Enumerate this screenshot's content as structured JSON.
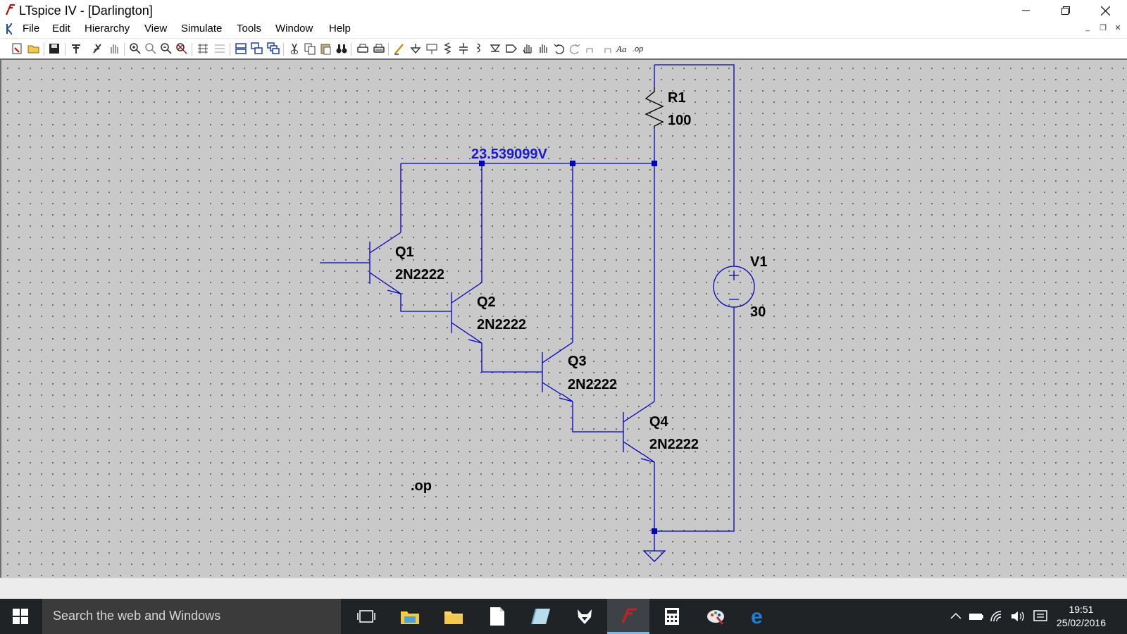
{
  "window": {
    "title": "LTspice IV - [Darlington]",
    "controls": {
      "minimize_icon": "minimize-icon",
      "maximize_icon": "restore-icon",
      "close_icon": "close-icon"
    }
  },
  "menu": {
    "items": [
      "File",
      "Edit",
      "Hierarchy",
      "View",
      "Simulate",
      "Tools",
      "Window",
      "Help"
    ]
  },
  "toolbar": {
    "icons": [
      "new-schematic-icon",
      "open-icon",
      "save-icon",
      "control-panel-icon",
      "run-icon",
      "halt-icon",
      "zoom-in-icon",
      "zoom-pan-icon",
      "zoom-out-icon",
      "zoom-fit-icon",
      "autorange-icon",
      "grid-icon",
      "tile-horizontal-icon",
      "tile-vertical-icon",
      "cascade-icon",
      "cut-icon",
      "copy-icon",
      "paste-icon",
      "find-icon",
      "print-icon",
      "print-setup-icon",
      "wire-icon",
      "ground-icon",
      "label-icon",
      "resistor-icon",
      "capacitor-icon",
      "inductor-icon",
      "diode-icon",
      "component-icon",
      "move-icon",
      "drag-icon",
      "undo-icon",
      "redo-icon",
      "rotate-icon",
      "mirror-icon",
      "text-icon",
      "spice-directive-icon"
    ]
  },
  "schematic": {
    "node_voltage": "23.539099V",
    "components": {
      "R1": {
        "name": "R1",
        "value": "100"
      },
      "V1": {
        "name": "V1",
        "value": "30"
      },
      "Q1": {
        "name": "Q1",
        "value": "2N2222"
      },
      "Q2": {
        "name": "Q2",
        "value": "2N2222"
      },
      "Q3": {
        "name": "Q3",
        "value": "2N2222"
      },
      "Q4": {
        "name": "Q4",
        "value": "2N2222"
      }
    },
    "directive": ".op"
  },
  "taskbar": {
    "search_placeholder": "Search the web and Windows",
    "apps": [
      "task-view-icon",
      "file-explorer-icon",
      "folder-icon",
      "document-icon",
      "app-icon",
      "fox-app-icon",
      "ltspice-icon",
      "calculator-icon",
      "paint-icon",
      "edge-icon"
    ],
    "clock_time": "19:51",
    "clock_date": "25/02/2016"
  },
  "colors": {
    "wire": "#0000c0",
    "node_label": "#1a1acc",
    "canvas_bg": "#c9c9c9",
    "taskbar_bg": "#1f2326",
    "ltspice_red": "#cc2020",
    "edge_blue": "#1f7fd8"
  }
}
